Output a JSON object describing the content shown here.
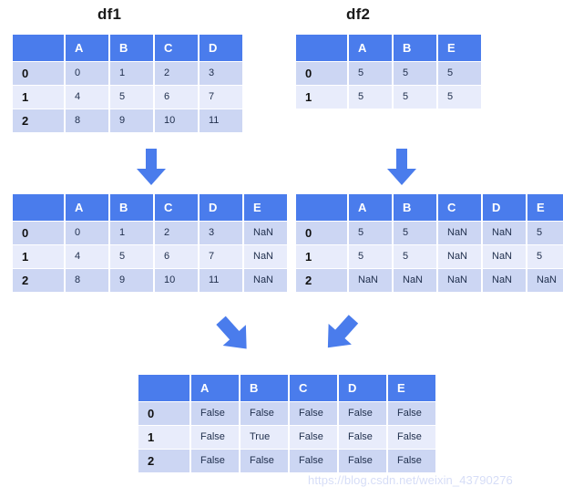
{
  "page": {
    "background_color": "#ffffff",
    "header_color": "#4a7cec",
    "row_dark_color": "#ccd6f3",
    "row_light_color": "#e8ecfb",
    "arrow_color": "#4a7cec",
    "text_color": "#21304e",
    "watermark": "https://blog.csdn.net/weixin_43790276"
  },
  "titles": {
    "df1": "df1",
    "df2": "df2"
  },
  "tables": {
    "df1_top": {
      "name": "df1",
      "corner": "",
      "columns": [
        "A",
        "B",
        "C",
        "D"
      ],
      "index": [
        "0",
        "1",
        "2"
      ],
      "rows": [
        [
          "0",
          "1",
          "2",
          "3"
        ],
        [
          "4",
          "5",
          "6",
          "7"
        ],
        [
          "8",
          "9",
          "10",
          "11"
        ]
      ]
    },
    "df2_top": {
      "name": "df2",
      "corner": "",
      "columns": [
        "A",
        "B",
        "E"
      ],
      "index": [
        "0",
        "1"
      ],
      "rows": [
        [
          "5",
          "5",
          "5"
        ],
        [
          "5",
          "5",
          "5"
        ]
      ]
    },
    "df1_aligned": {
      "name": "df1-aligned",
      "corner": "",
      "columns": [
        "A",
        "B",
        "C",
        "D",
        "E"
      ],
      "index": [
        "0",
        "1",
        "2"
      ],
      "rows": [
        [
          "0",
          "1",
          "2",
          "3",
          "NaN"
        ],
        [
          "4",
          "5",
          "6",
          "7",
          "NaN"
        ],
        [
          "8",
          "9",
          "10",
          "11",
          "NaN"
        ]
      ]
    },
    "df2_aligned": {
      "name": "df2-aligned",
      "corner": "",
      "columns": [
        "A",
        "B",
        "C",
        "D",
        "E"
      ],
      "index": [
        "0",
        "1",
        "2"
      ],
      "rows": [
        [
          "5",
          "5",
          "NaN",
          "NaN",
          "5"
        ],
        [
          "5",
          "5",
          "NaN",
          "NaN",
          "5"
        ],
        [
          "NaN",
          "NaN",
          "NaN",
          "NaN",
          "NaN"
        ]
      ]
    },
    "result": {
      "name": "result",
      "corner": "",
      "columns": [
        "A",
        "B",
        "C",
        "D",
        "E"
      ],
      "index": [
        "0",
        "1",
        "2"
      ],
      "rows": [
        [
          "False",
          "False",
          "False",
          "False",
          "False"
        ],
        [
          "False",
          "True",
          "False",
          "False",
          "False"
        ],
        [
          "False",
          "False",
          "False",
          "False",
          "False"
        ]
      ]
    }
  },
  "arrows": [
    {
      "name": "arrow-df1-down",
      "direction": "down"
    },
    {
      "name": "arrow-df2-down",
      "direction": "down"
    },
    {
      "name": "arrow-left-diagonal",
      "direction": "down-right"
    },
    {
      "name": "arrow-right-diagonal",
      "direction": "down-left"
    }
  ]
}
